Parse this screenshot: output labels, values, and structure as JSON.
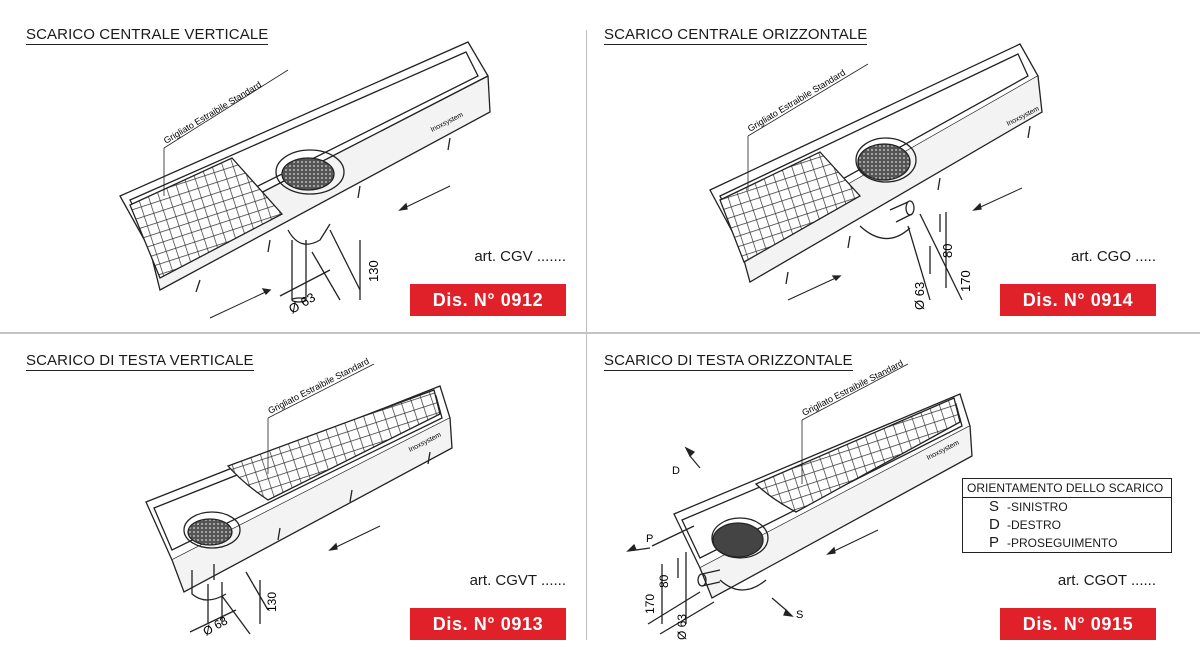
{
  "panels": [
    {
      "title": "SCARICO CENTRALE VERTICALE",
      "label": "Grigliato Estraibile Standard",
      "brand": "Inoxsystem",
      "dims": [
        "Ø 63",
        "130"
      ],
      "art": "art. CGV .......",
      "dis": "Dis. N° 0912"
    },
    {
      "title": "SCARICO CENTRALE ORIZZONTALE",
      "label": "Grigliato Estraibile Standard",
      "brand": "Inoxsystem",
      "dims": [
        "Ø 63",
        "80",
        "170"
      ],
      "art": "art. CGO .....",
      "dis": "Dis. N° 0914"
    },
    {
      "title": "SCARICO DI TESTA VERTICALE",
      "label": "Grigliato Estraibile Standard",
      "brand": "Inoxsystem",
      "dims": [
        "Ø 63",
        "130"
      ],
      "art": "art. CGVT ......",
      "dis": "Dis. N° 0913"
    },
    {
      "title": "SCARICO DI TESTA ORIZZONTALE",
      "label": "Grigliato Estraibile Standard",
      "brand": "Inoxsystem",
      "dims": [
        "Ø 63",
        "80",
        "170"
      ],
      "markers": [
        "D",
        "P",
        "S"
      ],
      "art": "art. CGOT ......",
      "dis": "Dis. N° 0915"
    }
  ],
  "orientation": {
    "title": "ORIENTAMENTO DELLO SCARICO",
    "rows": [
      {
        "key": "S",
        "text": "-SINISTRO"
      },
      {
        "key": "D",
        "text": "-DESTRO"
      },
      {
        "key": "P",
        "text": "-PROSEGUIMENTO"
      }
    ]
  },
  "colors": {
    "accent": "#e0212a",
    "line": "#222222"
  }
}
